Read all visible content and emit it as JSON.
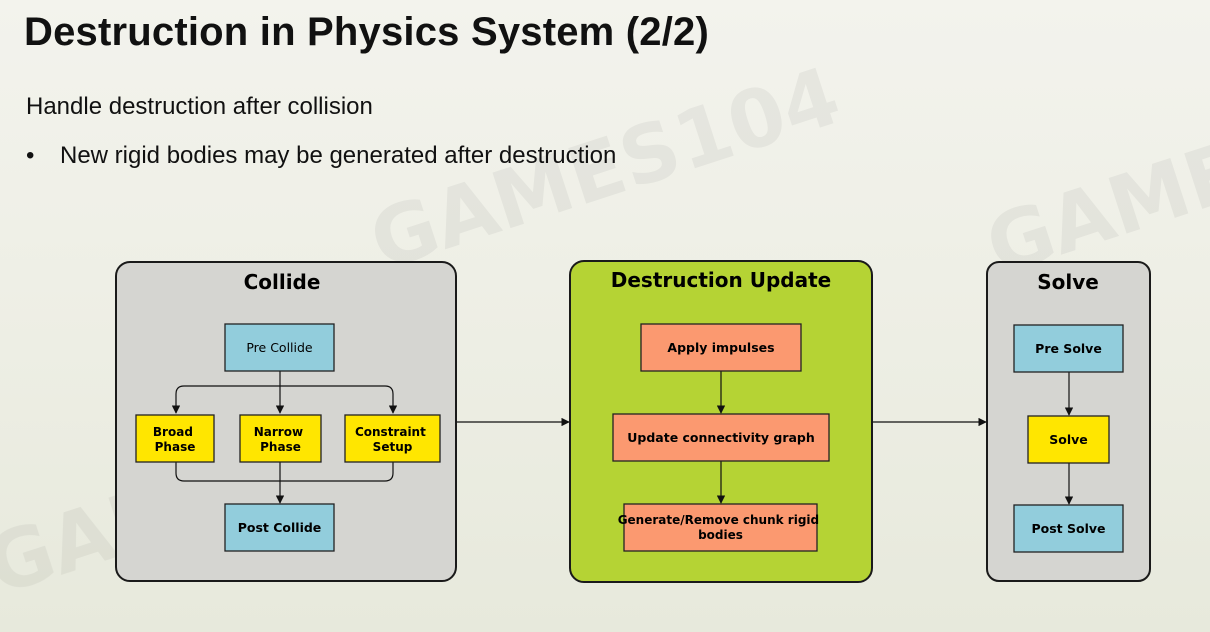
{
  "slide": {
    "title": "Destruction in Physics System (2/2)",
    "line1": "Handle destruction after collision",
    "bullet_symbol": "•",
    "bullet1": "New rigid bodies may be generated after destruction"
  },
  "watermark": {
    "text": "GAMES104"
  },
  "diagram": {
    "collide": {
      "title": "Collide",
      "pre": "Pre Collide",
      "broad": [
        "Broad",
        "Phase"
      ],
      "narrow": [
        "Narrow",
        "Phase"
      ],
      "constraint": [
        "Constraint",
        "Setup"
      ],
      "post": "Post Collide"
    },
    "destruction": {
      "title": "Destruction Update",
      "apply": "Apply impulses",
      "update": "Update connectivity graph",
      "generate": [
        "Generate/Remove chunk rigid",
        "bodies"
      ]
    },
    "solve": {
      "title": "Solve",
      "pre": "Pre Solve",
      "solve": "Solve",
      "post": "Post Solve"
    },
    "colors": {
      "panel_gray": "#d5d5d1",
      "panel_green": "#b5d334",
      "node_blue": "#92cddc",
      "node_yellow": "#ffe600",
      "node_orange": "#fb9970"
    }
  }
}
